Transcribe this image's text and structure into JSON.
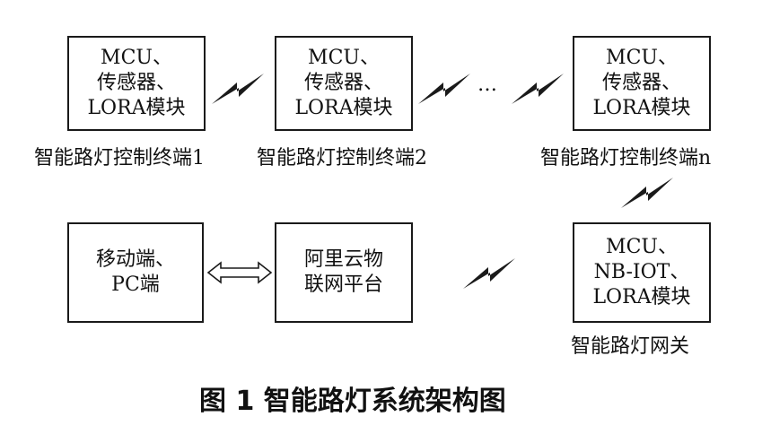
{
  "terminals": [
    {
      "lines": [
        "MCU、",
        "传感器、",
        "LORA模块"
      ],
      "caption": "智能路灯控制终端1"
    },
    {
      "lines": [
        "MCU、",
        "传感器、",
        "LORA模块"
      ],
      "caption": "智能路灯控制终端2"
    },
    {
      "lines": [
        "MCU、",
        "传感器、",
        "LORA模块"
      ],
      "caption": "智能路灯控制终端n"
    }
  ],
  "ellipsis": "…",
  "mobile": {
    "lines": [
      "移动端、",
      "PC端"
    ]
  },
  "cloud": {
    "lines": [
      "阿里云物",
      "联网平台"
    ]
  },
  "gateway": {
    "lines": [
      "MCU、",
      "NB-IOT、",
      "LORA模块"
    ],
    "caption": "智能路灯网关"
  },
  "figure_title": "图 1   智能路灯系统架构图",
  "colors": {
    "stroke": "#1a1a1a",
    "text": "#111111",
    "background": "#ffffff"
  }
}
